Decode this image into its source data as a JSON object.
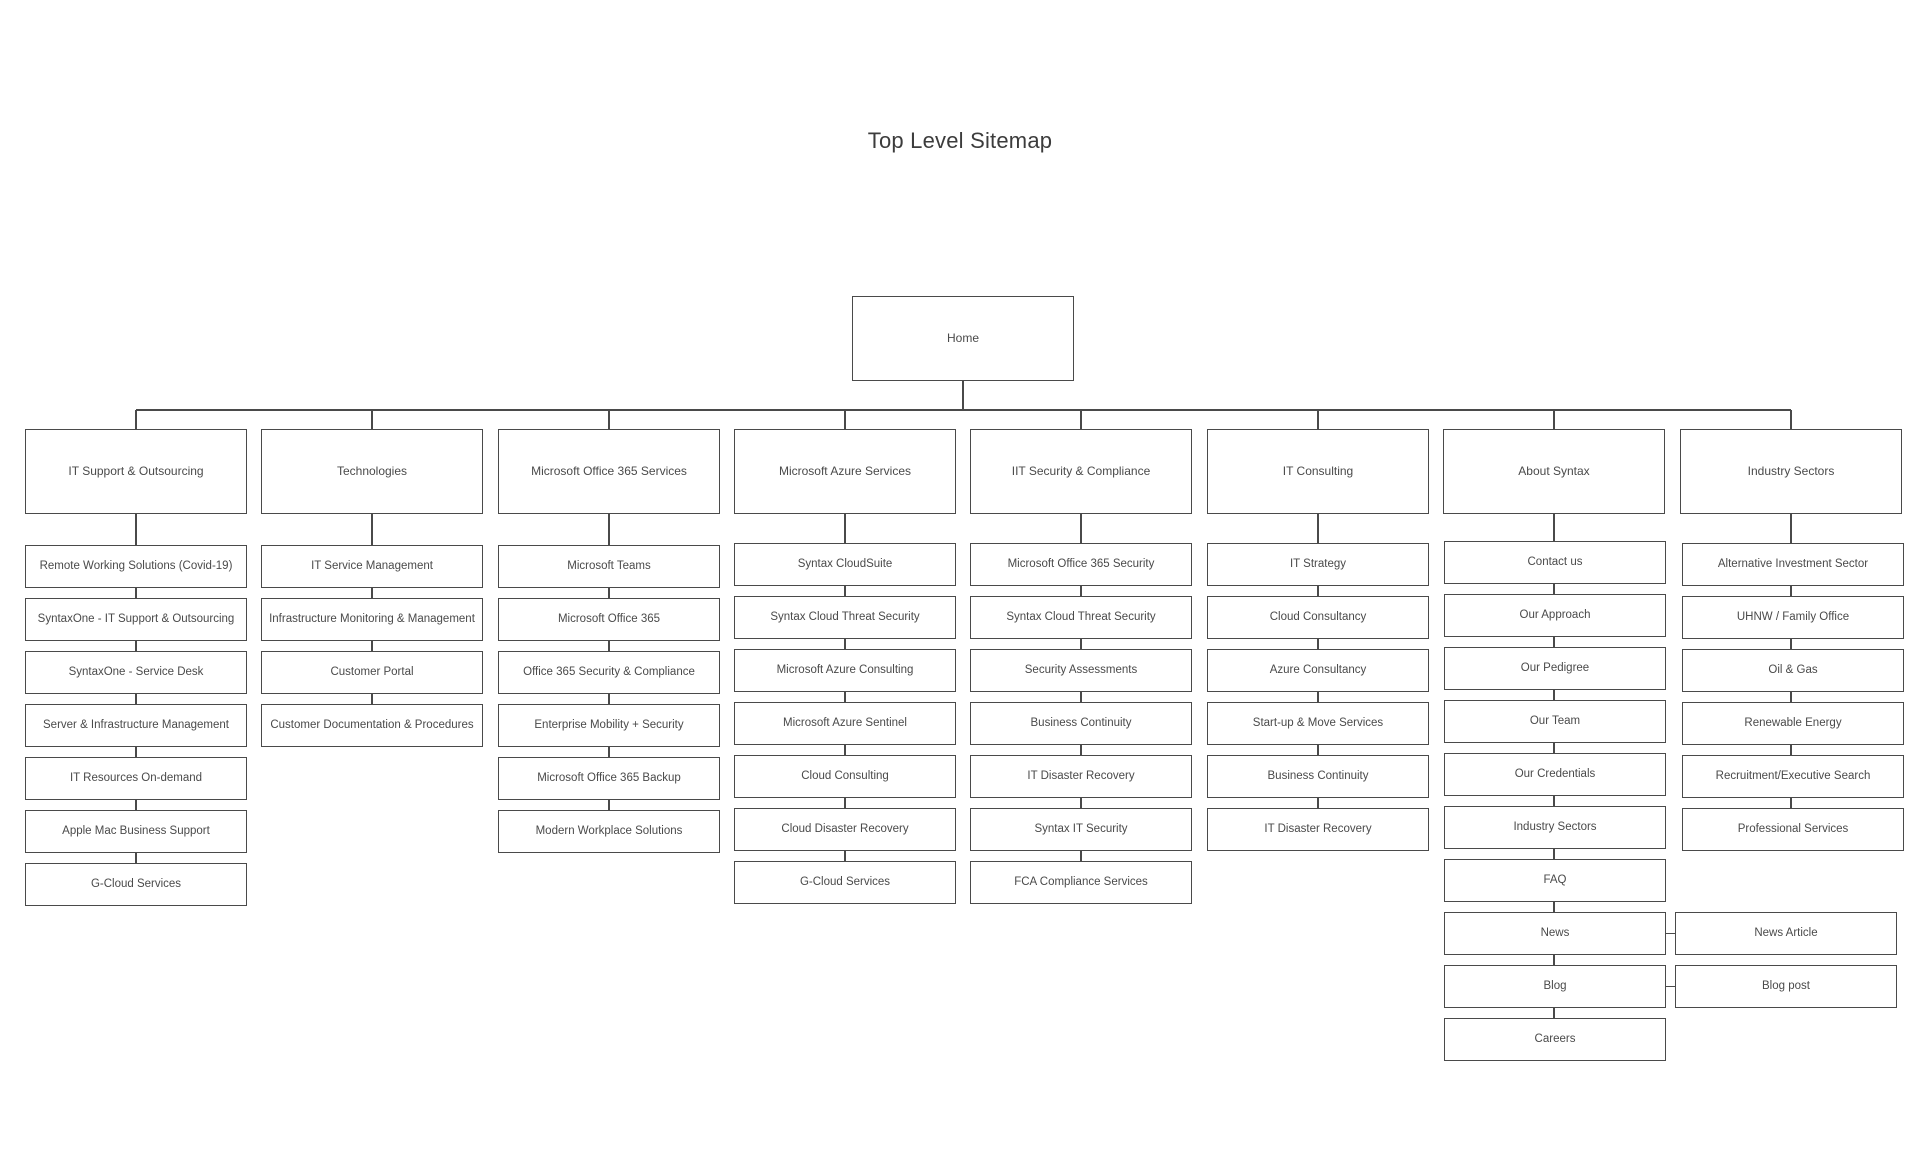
{
  "title": "Top Level Sitemap",
  "home": "Home",
  "columns": [
    {
      "label": "IT Support & Outsourcing",
      "children": [
        "Remote Working Solutions (Covid-19)",
        "SyntaxOne - IT Support & Outsourcing",
        "SyntaxOne - Service Desk",
        "Server & Infrastructure Management",
        "IT Resources On-demand",
        "Apple Mac Business Support",
        "G-Cloud Services"
      ]
    },
    {
      "label": "Technologies",
      "children": [
        "IT Service Management",
        "Infrastructure Monitoring & Management",
        "Customer Portal",
        "Customer Documentation & Procedures"
      ]
    },
    {
      "label": "Microsoft Office 365 Services",
      "children": [
        "Microsoft Teams",
        "Microsoft Office 365",
        "Office 365 Security & Compliance",
        "Enterprise Mobility + Security",
        "Microsoft Office 365 Backup",
        "Modern Workplace Solutions"
      ]
    },
    {
      "label": "Microsoft Azure Services",
      "children": [
        "Syntax CloudSuite",
        "Syntax Cloud Threat Security",
        "Microsoft Azure Consulting",
        "Microsoft Azure Sentinel",
        "Cloud Consulting",
        "Cloud Disaster Recovery",
        "G-Cloud Services"
      ]
    },
    {
      "label": "IIT Security & Compliance",
      "children": [
        "Microsoft Office 365 Security",
        "Syntax Cloud Threat Security",
        "Security Assessments",
        "Business Continuity",
        "IT Disaster Recovery",
        "Syntax IT Security",
        "FCA Compliance Services"
      ]
    },
    {
      "label": "IT Consulting",
      "children": [
        "IT Strategy",
        "Cloud Consultancy",
        "Azure Consultancy",
        "Start-up & Move Services",
        "Business Continuity",
        "IT Disaster Recovery"
      ]
    },
    {
      "label": "About Syntax",
      "children": [
        "Contact us",
        "Our Approach",
        "Our Pedigree",
        "Our Team",
        "Our Credentials",
        "Industry Sectors",
        "FAQ",
        "News",
        "Blog",
        "Careers"
      ]
    },
    {
      "label": "Industry Sectors",
      "children": [
        "Alternative Investment Sector",
        "UHNW / Family Office",
        "Oil & Gas",
        "Renewable Energy",
        "Recruitment/Executive Search",
        "Professional Services"
      ]
    }
  ],
  "sub_pages": {
    "news": "News Article",
    "blog": "Blog post"
  }
}
